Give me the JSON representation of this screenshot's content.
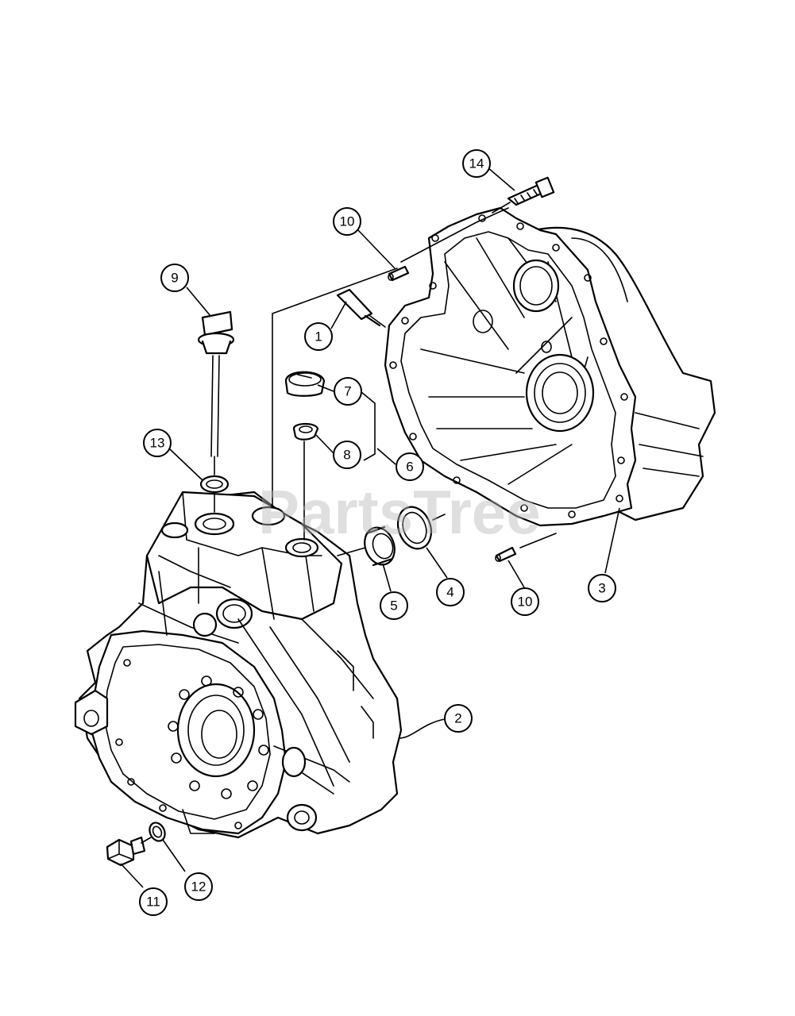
{
  "watermark": "PartsTree",
  "callouts": [
    {
      "id": "c1",
      "label": "1"
    },
    {
      "id": "c2",
      "label": "2"
    },
    {
      "id": "c3",
      "label": "3"
    },
    {
      "id": "c4",
      "label": "4"
    },
    {
      "id": "c5",
      "label": "5"
    },
    {
      "id": "c6",
      "label": "6"
    },
    {
      "id": "c7",
      "label": "7"
    },
    {
      "id": "c8",
      "label": "8"
    },
    {
      "id": "c9",
      "label": "9"
    },
    {
      "id": "c10a",
      "label": "10"
    },
    {
      "id": "c10b",
      "label": "10"
    },
    {
      "id": "c11",
      "label": "11"
    },
    {
      "id": "c12",
      "label": "12"
    },
    {
      "id": "c13",
      "label": "13"
    },
    {
      "id": "c14",
      "label": "14"
    }
  ]
}
